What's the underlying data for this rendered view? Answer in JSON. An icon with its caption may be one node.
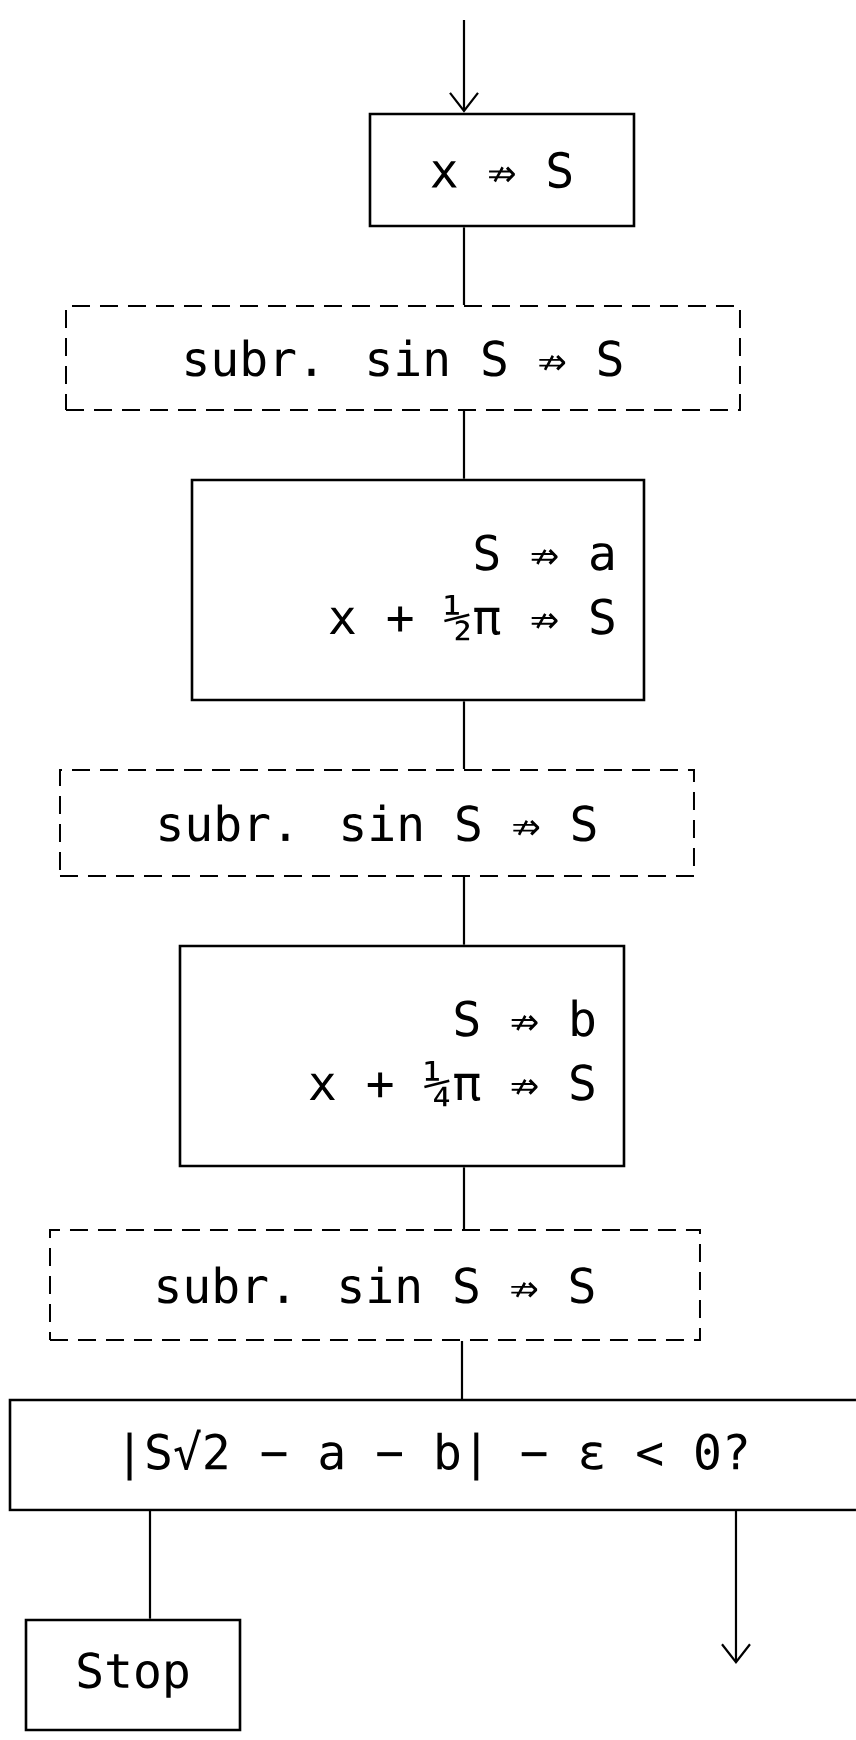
{
  "diagram": {
    "nodes": [
      {
        "text": [
          "x ⇏ S"
        ]
      },
      {
        "text": [
          "subr. sin S ⇏ S"
        ]
      },
      {
        "text": [
          "S ⇏ a",
          "x + ½π ⇏ S"
        ]
      },
      {
        "text": [
          "subr. sin S ⇏ S"
        ]
      },
      {
        "text": [
          "S ⇏ b",
          "x + ¼π ⇏ S"
        ]
      },
      {
        "text": [
          "subr. sin S ⇏ S"
        ]
      },
      {
        "text": [
          "|S√2 − a − b| − ε < 0?"
        ]
      },
      {
        "text": [
          "Stop"
        ]
      }
    ],
    "edges": [
      {
        "from": null,
        "to": 0,
        "arrow": "to"
      },
      {
        "from": 0,
        "to": 1,
        "arrow": "none"
      },
      {
        "from": 1,
        "to": 2,
        "arrow": "none"
      },
      {
        "from": 2,
        "to": 3,
        "arrow": "none"
      },
      {
        "from": 3,
        "to": 4,
        "arrow": "none"
      },
      {
        "from": 4,
        "to": 5,
        "arrow": "none"
      },
      {
        "from": 5,
        "to": 6,
        "arrow": "none"
      },
      {
        "from": 6,
        "to": 7,
        "arrow": "none"
      },
      {
        "from": 6,
        "to": null,
        "arrow": "to"
      }
    ]
  }
}
